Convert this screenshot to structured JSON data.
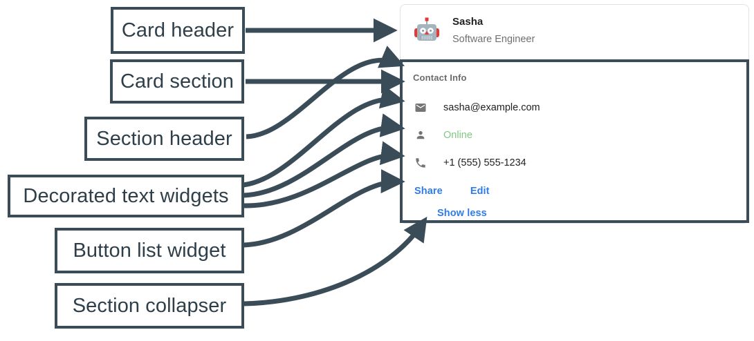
{
  "annotations": [
    {
      "id": "card-header",
      "label": "Card header"
    },
    {
      "id": "card-section",
      "label": "Card section"
    },
    {
      "id": "section-header",
      "label": "Section header"
    },
    {
      "id": "decorated-text",
      "label": "Decorated text widgets"
    },
    {
      "id": "button-list",
      "label": "Button list widget"
    },
    {
      "id": "section-collapser",
      "label": "Section collapser"
    }
  ],
  "card": {
    "header": {
      "avatar_icon": "robot-avatar-icon",
      "title": "Sasha",
      "subtitle": "Software Engineer"
    },
    "section": {
      "header": "Contact Info",
      "rows": [
        {
          "icon": "email-icon",
          "text": "sasha@example.com",
          "style": "default"
        },
        {
          "icon": "person-icon",
          "text": "Online",
          "style": "online"
        },
        {
          "icon": "phone-icon",
          "text": "+1 (555) 555-1234",
          "style": "default"
        }
      ],
      "buttons": [
        {
          "label": "Share"
        },
        {
          "label": "Edit"
        }
      ],
      "collapser": {
        "label": "Show less"
      }
    }
  },
  "colors": {
    "annotation_stroke": "#3b4c59",
    "link_blue": "#2e7ceb",
    "status_green": "#81c784",
    "icon_gray": "#757575",
    "card_border": "#e3e3e3",
    "title_text": "#202124",
    "subtitle_text": "#6f6f6f",
    "section_header_text": "#6b6b6b"
  }
}
